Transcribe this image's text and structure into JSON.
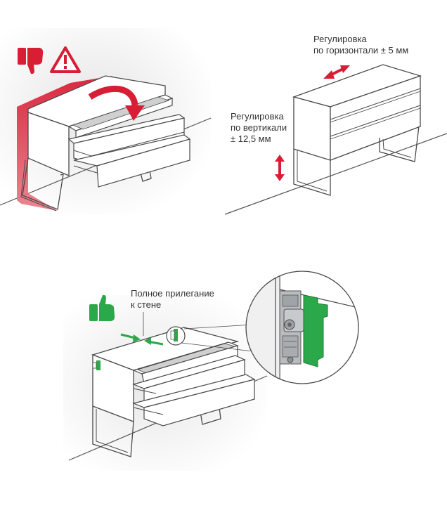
{
  "colors": {
    "line": "#4a4a4a",
    "bad": "#d81e35",
    "good": "#2ba84a",
    "wall_shade": "#e9e9e9",
    "drawer_inner": "#cfcfcf",
    "mechanism": "#9fa4a8"
  },
  "icons": {
    "bad": "thumbs-down-icon",
    "warning": "warning-triangle-icon",
    "good": "thumbs-up-icon"
  },
  "labels": {
    "horizontal": [
      "Регулировка",
      "по горизонтали ± 5 мм"
    ],
    "vertical": [
      "Регулировка",
      "по вертикали",
      "± 12,5 мм"
    ],
    "flush": [
      "Полное прилегание",
      "к стене"
    ]
  }
}
